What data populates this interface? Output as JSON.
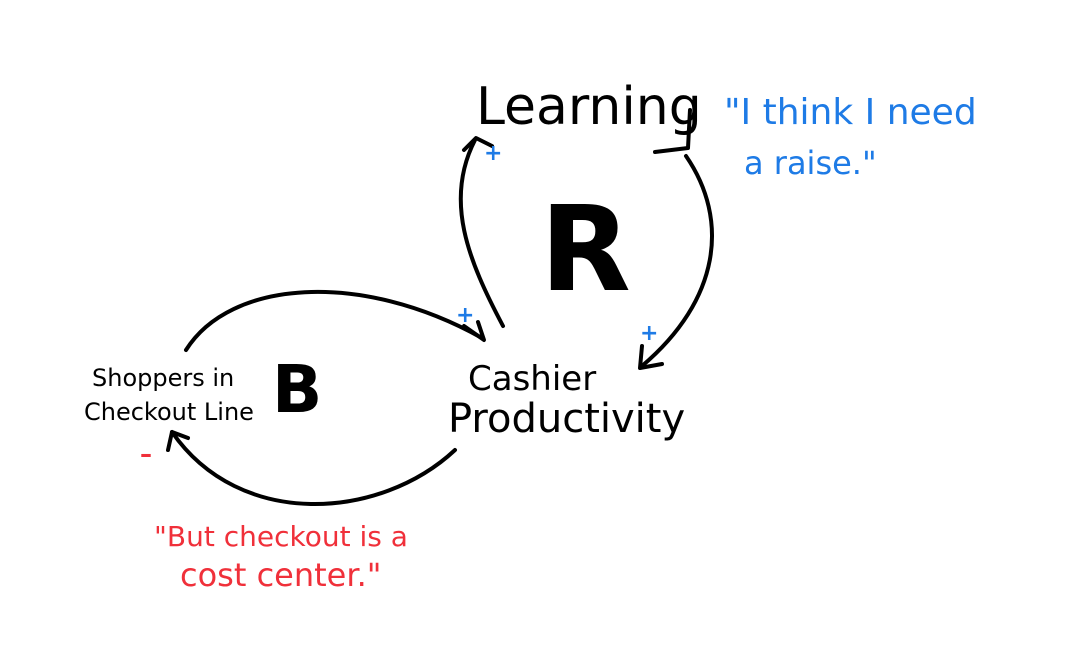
{
  "colors": {
    "ink": "#000000",
    "positive": "#1e7be6",
    "negative": "#f0303a",
    "quote_blue": "#1e7be6",
    "quote_red": "#f0303a"
  },
  "nodes": {
    "learning": "Learning",
    "shoppers_line1": "Shoppers in",
    "shoppers_line2": "Checkout Line",
    "cashier_line1": "Cashier",
    "cashier_line2": "Productivity"
  },
  "loops": {
    "reinforcing": "R",
    "balancing": "B"
  },
  "signs": {
    "cashier_to_learning": "+",
    "learning_to_cashier": "+",
    "shoppers_to_cashier": "+",
    "cashier_to_shoppers": "–"
  },
  "quotes": {
    "raise_line1": "\"I think I need",
    "raise_line2": "a raise.\"",
    "cost_line1": "\"But checkout is a",
    "cost_line2": "cost center.\""
  }
}
